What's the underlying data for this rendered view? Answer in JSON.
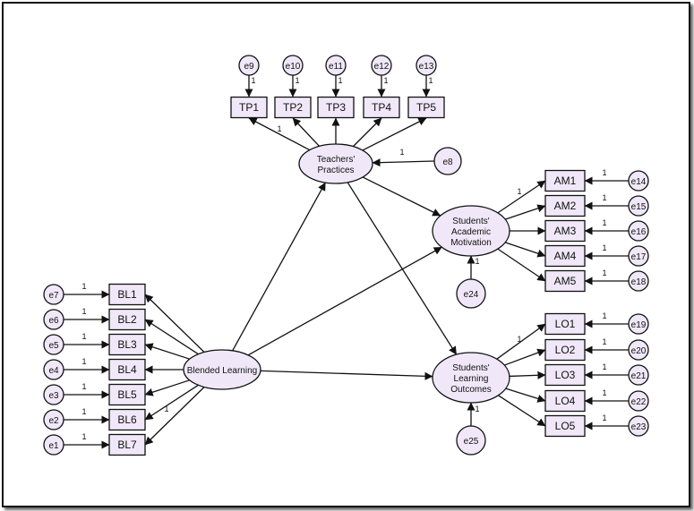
{
  "colors": {
    "fill": "#f0e8f8",
    "stroke": "#111111",
    "frame": "#111111"
  },
  "latent": {
    "tp": [
      "Teachers'",
      "Practices"
    ],
    "sam": [
      "Students'",
      "Academic",
      "Motivation"
    ],
    "bl": [
      "Blended Learning"
    ],
    "slo": [
      "Students'",
      "Learning",
      "Outcomes"
    ]
  },
  "observed": {
    "tp": [
      "TP1",
      "TP2",
      "TP3",
      "TP4",
      "TP5"
    ],
    "am": [
      "AM1",
      "AM2",
      "AM3",
      "AM4",
      "AM5"
    ],
    "lo": [
      "LO1",
      "LO2",
      "LO3",
      "LO4",
      "LO5"
    ],
    "bl": [
      "BL1",
      "BL2",
      "BL3",
      "BL4",
      "BL5",
      "BL6",
      "BL7"
    ]
  },
  "errors": {
    "tp": [
      "e9",
      "e10",
      "e11",
      "e12",
      "e13"
    ],
    "am": [
      "e14",
      "e15",
      "e16",
      "e17",
      "e18"
    ],
    "lo": [
      "e19",
      "e20",
      "e21",
      "e22",
      "e23"
    ],
    "bl": [
      "e7",
      "e6",
      "e5",
      "e4",
      "e3",
      "e2",
      "e1"
    ],
    "tp_dist": "e8",
    "sam_dist": "e24",
    "slo_dist": "e25"
  },
  "weight_label": "1"
}
